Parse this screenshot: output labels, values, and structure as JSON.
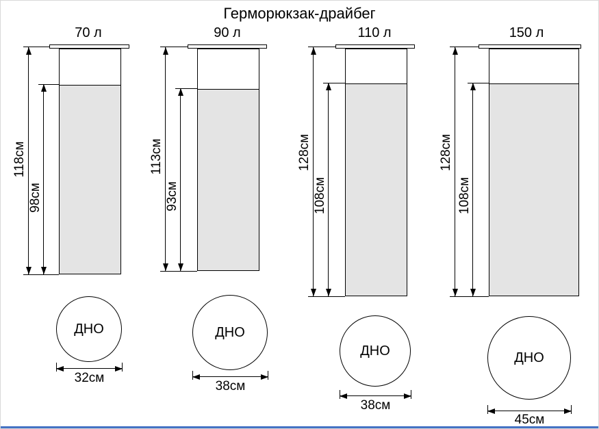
{
  "title": "Герморюкзак-драйбег",
  "labels": {
    "bottom": "ДНО"
  },
  "colors": {
    "bag_fill": "#e4e4e4",
    "outline": "#000000",
    "bottom_bar": "#4472c4"
  },
  "variants": [
    {
      "volume": "70 л",
      "outer_height": "118см",
      "inner_height": "98см",
      "bottom_diameter": "32см"
    },
    {
      "volume": "90 л",
      "outer_height": "113см",
      "inner_height": "93см",
      "bottom_diameter": "38см"
    },
    {
      "volume": "110 л",
      "outer_height": "128см",
      "inner_height": "108см",
      "bottom_diameter": "38см"
    },
    {
      "volume": "150 л",
      "outer_height": "128см",
      "inner_height": "108см",
      "bottom_diameter": "45см"
    }
  ]
}
